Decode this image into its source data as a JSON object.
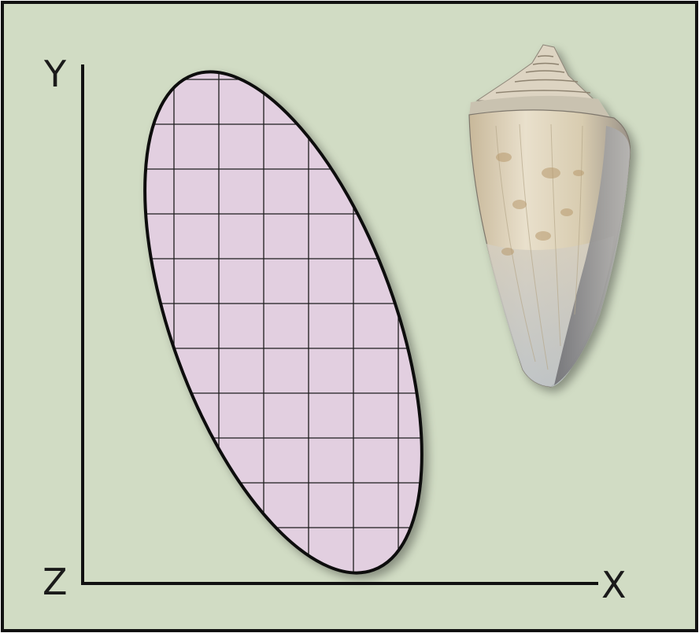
{
  "axes": {
    "x_label": "X",
    "y_label": "Y",
    "origin_label": "Z"
  },
  "colors": {
    "background": "#d1dcc4",
    "frame": "#111111",
    "ellipse_fill": "#e2cfe0",
    "grid": "#1e1e1e",
    "axis": "#111111"
  },
  "icons": {
    "shell": "cone-shell-photo"
  }
}
